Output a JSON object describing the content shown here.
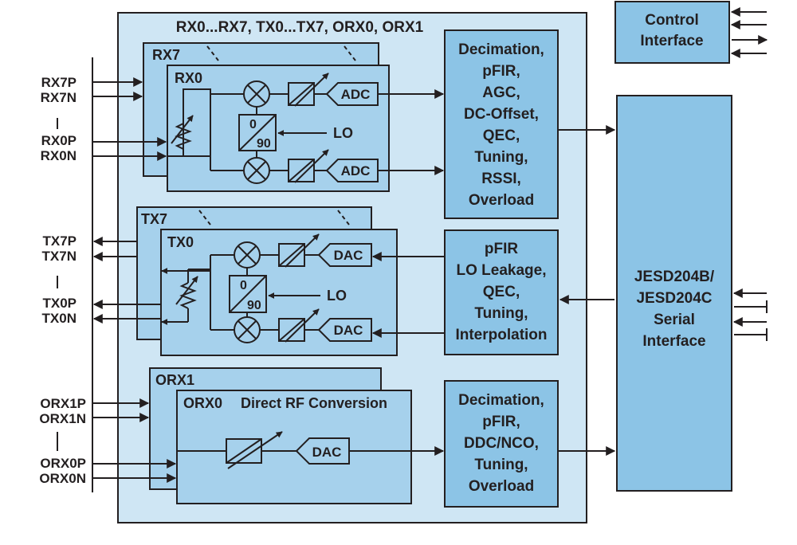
{
  "colors": {
    "outer_fill": "#cfe6f4",
    "block_fill": "#a6d1ec",
    "dsp_fill": "#8cc4e6",
    "line": "#231f20",
    "background": "#ffffff"
  },
  "chip_header": "RX0...RX7, TX0...TX7, ORX0, ORX1",
  "control_interface": [
    "Control",
    "Interface"
  ],
  "jesd_block": [
    "JESD204B/",
    "JESD204C",
    "Serial",
    "Interface"
  ],
  "rx": {
    "back_label": "RX7",
    "front_label": "RX0",
    "adc_top": "ADC",
    "adc_bottom": "ADC",
    "lo": "LO",
    "phase_0": "0",
    "phase_90": "90",
    "dsp_lines": [
      "Decimation,",
      "pFIR,",
      "AGC,",
      "DC-Offset,",
      "QEC,",
      "Tuning,",
      "RSSI,",
      "Overload"
    ],
    "pins": [
      "RX7P",
      "RX7N",
      "RX0P",
      "RX0N"
    ]
  },
  "tx": {
    "back_label": "TX7",
    "front_label": "TX0",
    "dac_top": "DAC",
    "dac_bottom": "DAC",
    "lo": "LO",
    "phase_0": "0",
    "phase_90": "90",
    "dsp_lines": [
      "pFIR",
      "LO Leakage,",
      "QEC,",
      "Tuning,",
      "Interpolation"
    ],
    "pins": [
      "TX7P",
      "TX7N",
      "TX0P",
      "TX0N"
    ]
  },
  "orx": {
    "back_label": "ORX1",
    "front_label": "ORX0",
    "conversion_label": "Direct RF Conversion",
    "dac": "DAC",
    "dsp_lines": [
      "Decimation,",
      "pFIR,",
      "DDC/NCO,",
      "Tuning,",
      "Overload"
    ],
    "pins": [
      "ORX1P",
      "ORX1N",
      "ORX0P",
      "ORX0N"
    ]
  }
}
